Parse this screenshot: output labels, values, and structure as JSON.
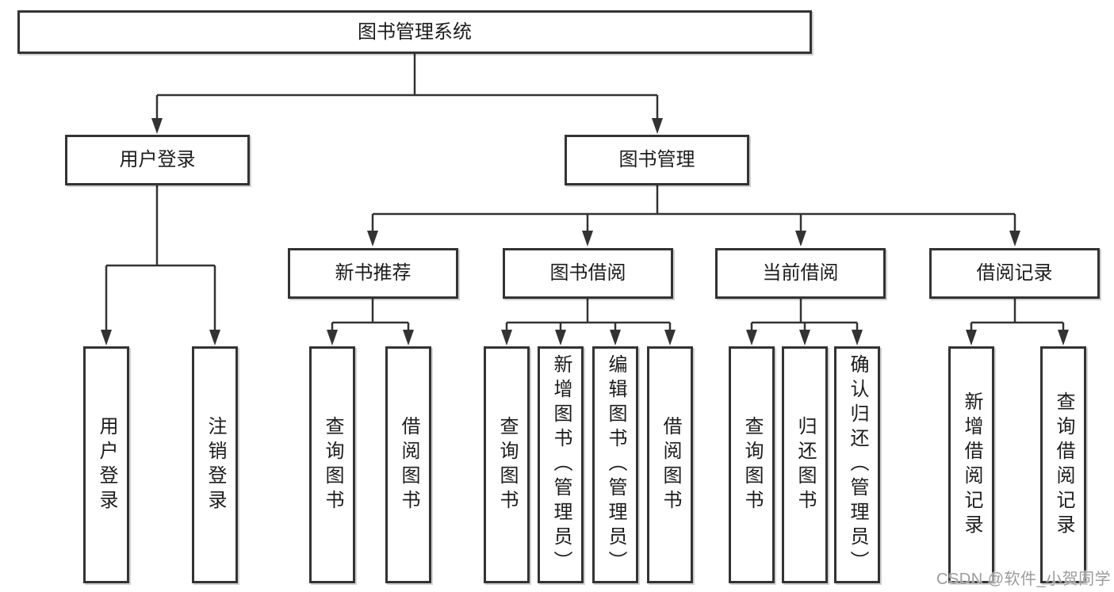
{
  "diagram": {
    "root": {
      "label": "图书管理系统"
    },
    "branches": [
      {
        "label": "用户登录",
        "children": [
          {
            "label": "用户登录"
          },
          {
            "label": "注销登录"
          }
        ]
      },
      {
        "label": "图书管理",
        "children": [
          {
            "label": "新书推荐",
            "children": [
              {
                "label": "查询图书"
              },
              {
                "label": "借阅图书"
              }
            ]
          },
          {
            "label": "图书借阅",
            "children": [
              {
                "label": "查询图书"
              },
              {
                "label": "新增图书（管理员）"
              },
              {
                "label": "编辑图书（管理员）"
              },
              {
                "label": "借阅图书"
              }
            ]
          },
          {
            "label": "当前借阅",
            "children": [
              {
                "label": "查询图书"
              },
              {
                "label": "归还图书"
              },
              {
                "label": "确认归还（管理员）"
              }
            ]
          },
          {
            "label": "借阅记录",
            "children": [
              {
                "label": "新增借阅记录"
              },
              {
                "label": "查询借阅记录"
              }
            ]
          }
        ]
      }
    ],
    "watermark": "CSDN @软件_小贺同学",
    "colors": {
      "line": "#333333",
      "text": "#1c1c1c",
      "watermark": "#9b9b9b",
      "background": "#ffffff"
    }
  }
}
